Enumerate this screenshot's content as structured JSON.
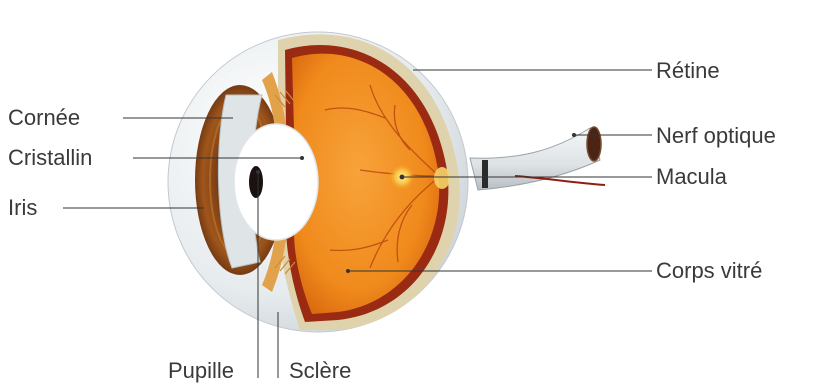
{
  "labels": {
    "cornee": "Cornée",
    "cristallin": "Cristallin",
    "iris": "Iris",
    "retine": "Rétine",
    "nerf_optique": "Nerf optique",
    "macula": "Macula",
    "corps_vitre": "Corps vitré",
    "pupille": "Pupille",
    "sclere": "Sclère"
  },
  "colors": {
    "sclera": "#e7ecef",
    "retina_layer": "#e9d9a6",
    "vitreous": "#f08a1c",
    "vitreous_dark": "#d35f0c",
    "choroid": "#9b2a12",
    "iris": "#8a4a17",
    "leader_line": "#333333",
    "text": "#3a3a3a"
  }
}
